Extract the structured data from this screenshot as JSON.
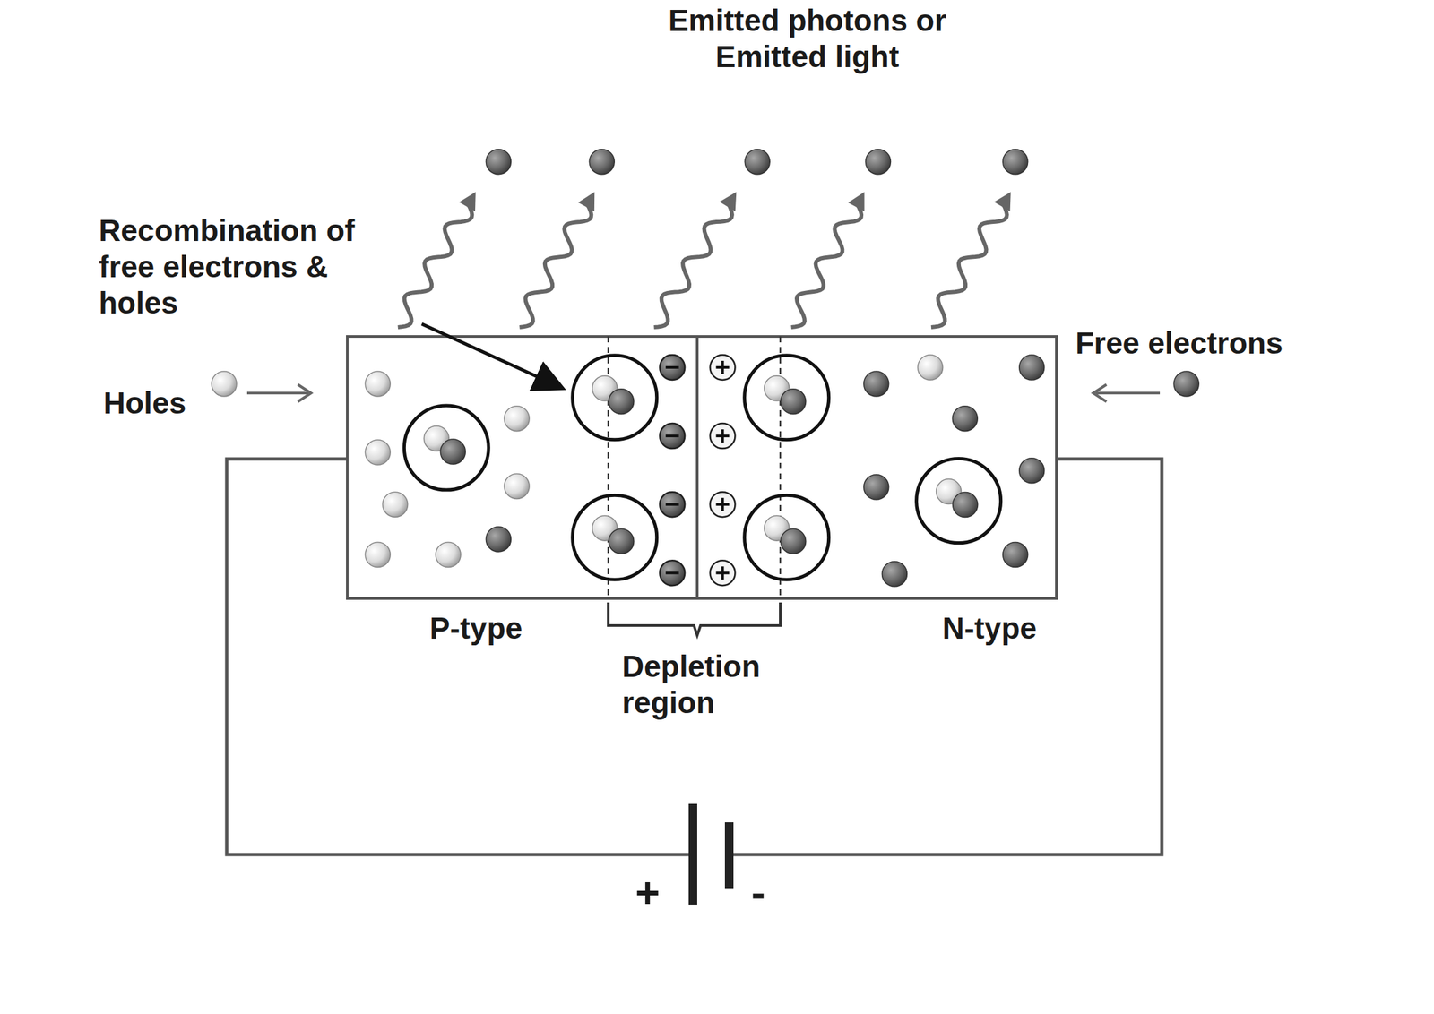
{
  "diagram": {
    "nodes": [
      {
        "text": [
          "P-type"
        ]
      },
      {
        "text": [
          "N-type"
        ]
      }
    ],
    "labels": [
      "Emitted photons or Emitted light",
      "Recombination of free electrons & holes",
      "Holes",
      "Free electrons",
      "Depletion region",
      "+",
      "-"
    ]
  }
}
